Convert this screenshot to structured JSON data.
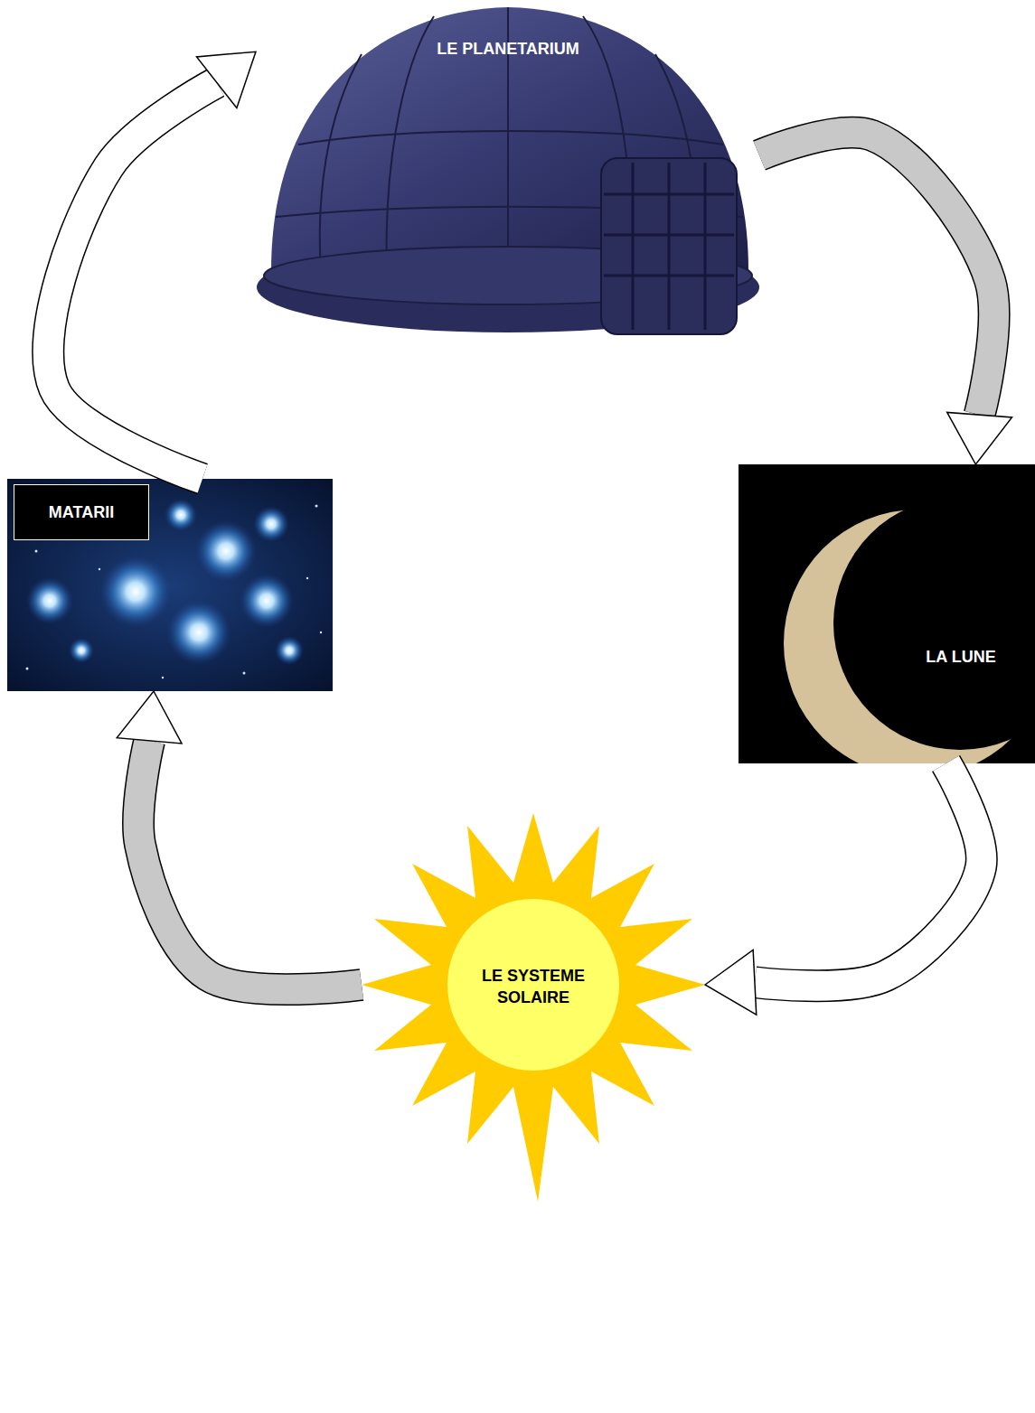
{
  "diagram": {
    "nodes": [
      {
        "text": [
          "LE PLANETARIUM"
        ]
      },
      {
        "text": [
          "LA LUNE"
        ]
      },
      {
        "text": [
          "LE SYSTEME SOLAIRE"
        ]
      },
      {
        "text": [
          "MATARII"
        ]
      }
    ],
    "edges": [
      {
        "from": 0,
        "to": 1,
        "arrow": "to"
      },
      {
        "from": 1,
        "to": 2,
        "arrow": "to"
      },
      {
        "from": 2,
        "to": 3,
        "arrow": "to"
      },
      {
        "from": 3,
        "to": 0,
        "arrow": "to"
      }
    ]
  }
}
